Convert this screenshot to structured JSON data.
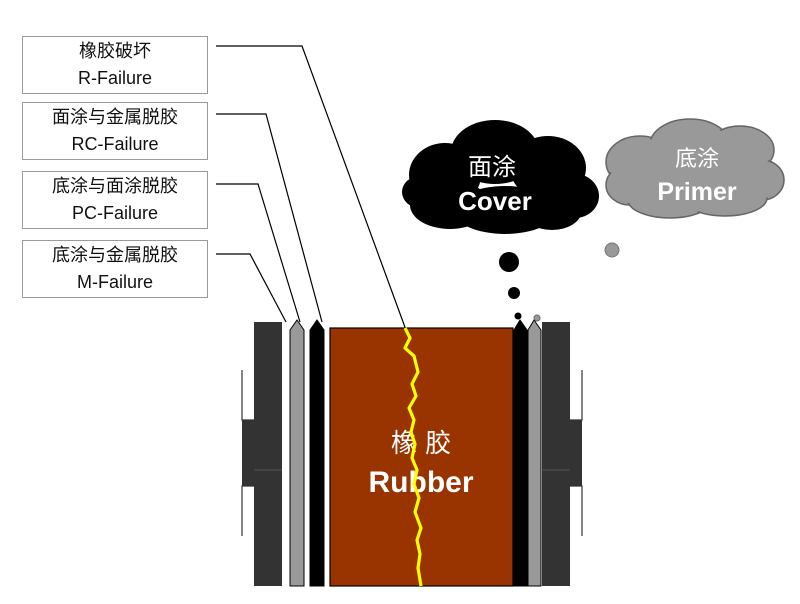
{
  "labels": [
    {
      "zh": "橡胶破坏",
      "en": "R-Failure"
    },
    {
      "zh": "面涂与金属脱胶",
      "en": "RC-Failure"
    },
    {
      "zh": "底涂与面涂脱胶",
      "en": "PC-Failure"
    },
    {
      "zh": "底涂与金属脱胶",
      "en": "M-Failure"
    }
  ],
  "clouds": {
    "cover": {
      "zh": "面涂",
      "en": "Cover",
      "color": "#000000"
    },
    "primer": {
      "zh": "底涂",
      "en": "Primer",
      "color": "#999999"
    }
  },
  "rubber": {
    "zh": "橡 胶",
    "en": "Rubber",
    "color": "#993300"
  },
  "colors": {
    "metal": "#333333",
    "primer_layer": "#999999",
    "cover_layer": "#000000",
    "crack": "#ffff00"
  }
}
